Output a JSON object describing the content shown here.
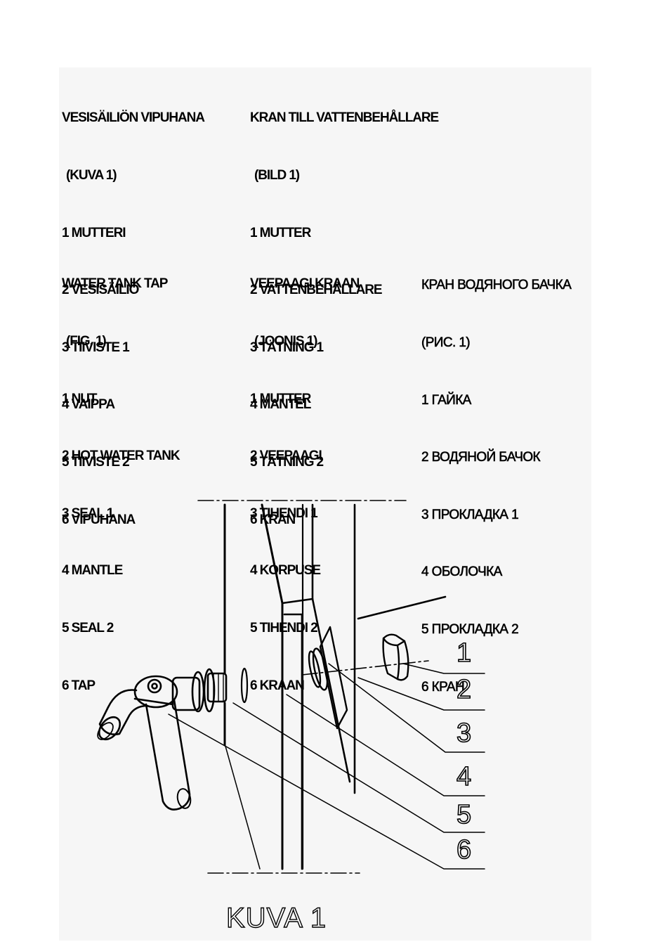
{
  "blocks": {
    "fi": {
      "title": "VESISÄILIÖN VIPUHANA",
      "subtitle": "(KUVA 1)",
      "items": [
        "1 MUTTERI",
        "2 VESISÄILIÖ",
        "3 TIIVISTE 1",
        "4 VAIPPA",
        "5 TIIVISTE 2",
        "6 VIPUHANA"
      ]
    },
    "sv": {
      "title": "KRAN TILL VATTENBEHÅLLARE",
      "subtitle": "(BILD 1)",
      "items": [
        "1 MUTTER",
        "2 VATTENBEHÅLLARE",
        "3 TÄTNING 1",
        "4 MANTEL",
        "5 TÄTNING 2",
        "6 KRAN"
      ]
    },
    "en": {
      "title": "WATER TANK TAP",
      "subtitle": "(FIG. 1)",
      "items": [
        "1 NUT",
        "2 HOT WATER TANK",
        "3 SEAL 1",
        "4 MANTLE",
        "5 SEAL 2",
        "6 TAP"
      ]
    },
    "et": {
      "title": "VEEPAAGI KRAAN",
      "subtitle": "(JOONIS 1)",
      "items": [
        "1 MUTTER",
        "2 VEEPAAGI",
        "3 TIHENDI 1",
        "4 KORPUSE",
        "5 TIHENDI 2",
        "6 KRAAN"
      ]
    },
    "ru": {
      "title": "КРАН ВОДЯНОГО БАЧКА",
      "subtitle": "(РИС. 1)",
      "items": [
        "1 ГАЙКА",
        "2 ВОДЯНОЙ БАЧОК",
        "3 ПРОКЛАДКА 1",
        "4 ОБОЛОЧКА",
        "5 ПРОКЛАДКА 2",
        "6 КРАН"
      ]
    }
  },
  "figure": {
    "callouts": [
      "1",
      "2",
      "3",
      "4",
      "5",
      "6"
    ],
    "caption": "KUVA 1"
  }
}
